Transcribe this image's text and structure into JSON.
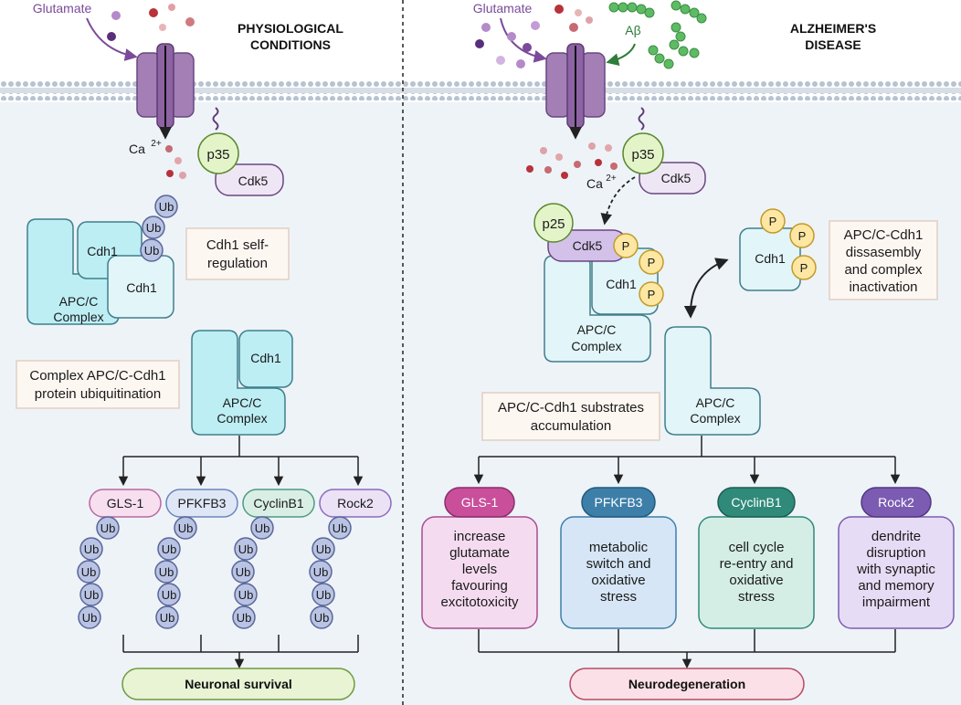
{
  "left": {
    "heading": [
      "PHYSIOLOGICAL",
      "CONDITIONS"
    ],
    "glutamate": "Glutamate",
    "calcium": "Ca",
    "calcium_charge": "2+",
    "p35": "p35",
    "cdk5": "Cdk5",
    "ub": "Ub",
    "cdh1": "Cdh1",
    "apcc": [
      "APC/C",
      "Complex"
    ],
    "self_regulation": [
      "Cdh1 self-",
      "regulation"
    ],
    "ubiquitination": [
      "Complex APC/C-Cdh1",
      "protein ubiquitination"
    ],
    "substrates": [
      "GLS-1",
      "PFKFB3",
      "CyclinB1",
      "Rock2"
    ],
    "outcome": "Neuronal survival"
  },
  "right": {
    "heading": [
      "ALZHEIMER'S",
      "DISEASE"
    ],
    "glutamate": "Glutamate",
    "abeta": "Aβ",
    "calcium": "Ca",
    "calcium_charge": "2+",
    "p35": "p35",
    "p25": "p25",
    "cdk5": "Cdk5",
    "cdh1": "Cdh1",
    "phospho": "P",
    "apcc": [
      "APC/C",
      "Complex"
    ],
    "disassembly": [
      "APC/C-Cdh1",
      "dissasembly",
      "and complex",
      "inactivation"
    ],
    "accumulation": [
      "APC/C-Cdh1 substrates",
      "accumulation"
    ],
    "substrates": [
      {
        "name": "GLS-1",
        "effect": [
          "increase",
          "glutamate",
          "levels",
          "favouring",
          "excitotoxicity"
        ]
      },
      {
        "name": "PFKFB3",
        "effect": [
          "metabolic",
          "switch and",
          "oxidative",
          "stress"
        ]
      },
      {
        "name": "CyclinB1",
        "effect": [
          "cell cycle",
          "re-entry and",
          "oxidative",
          "stress"
        ]
      },
      {
        "name": "Rock2",
        "effect": [
          "dendrite",
          "disruption",
          "with synaptic",
          "and memory",
          "impairment"
        ]
      }
    ],
    "outcome": "Neurodegeneration"
  },
  "colors": {
    "membrane": "#c5d0dc",
    "receptor": "#a47fb6",
    "apcc_fill": "#bdeef4",
    "apcc_stroke": "#3f7f8a",
    "ub_fill": "#b9c3e3",
    "ub_stroke": "#5a6699",
    "phospho_fill": "#fde7a2",
    "survival": "#e8f4d4",
    "degeneration": "#fbe1e7",
    "gls1": "#c94f9b",
    "pfkfb3": "#3d7fa8",
    "cyclinb1": "#2f8a7a",
    "rock2": "#7b5cb2"
  }
}
